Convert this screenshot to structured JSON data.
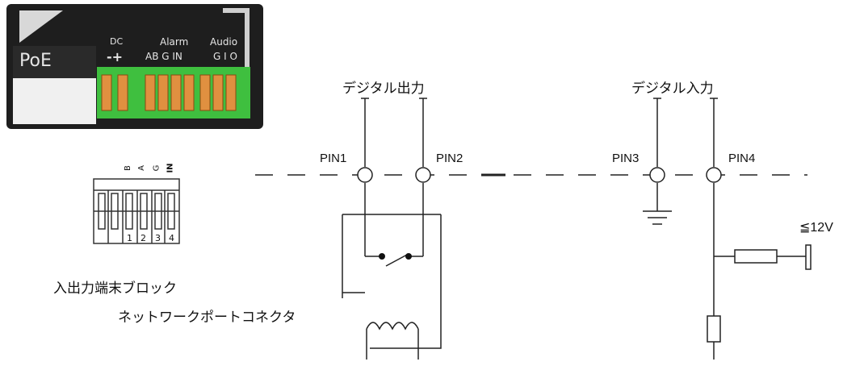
{
  "panel": {
    "poe": "PoE",
    "dc": "DC",
    "dc_pol": "-+",
    "alarm": "Alarm",
    "alarm_pins": "AB G IN",
    "audio": "Audio",
    "audio_pins": "G I O"
  },
  "dip": {
    "letters": [
      "B",
      "A",
      "G",
      "IN"
    ],
    "numbers": [
      "1",
      "2",
      "3",
      "4"
    ]
  },
  "labels": {
    "io_block": "入出力端末ブロック",
    "network_connector": "ネットワークポートコネクタ",
    "digital_out": "デジタル出力",
    "digital_in": "デジタル入力",
    "pin1": "PIN1",
    "pin2": "PIN2",
    "pin3": "PIN3",
    "pin4": "PIN4",
    "voltage": "≦12V"
  },
  "colors": {
    "terminal_green": "#3fbf3f",
    "terminal_orange": "#e09040",
    "panel_dark": "#1e1e1e"
  }
}
